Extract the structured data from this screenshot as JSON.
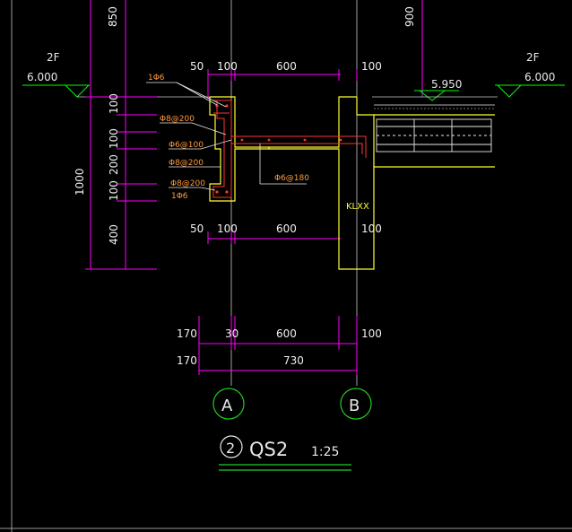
{
  "drawing": {
    "level_left": {
      "floor": "2F",
      "elevation": "6.000"
    },
    "level_right": {
      "floor": "2F",
      "elevation": "6.000"
    },
    "level_mid": {
      "elevation": "5.950"
    },
    "top_dims": {
      "left": "850",
      "right": "900"
    },
    "horiz_dims_top": [
      "50",
      "100",
      "600",
      "100"
    ],
    "horiz_dims_mid": [
      "50",
      "100",
      "600",
      "100"
    ],
    "horiz_dims_bottom_row1": [
      "170",
      "30",
      "600",
      "100"
    ],
    "horiz_dims_bottom_row2": [
      "170",
      "730"
    ],
    "vert_dims": [
      "100",
      "100",
      "200",
      "100",
      "400"
    ],
    "vert_total": "1000",
    "rebar_labels": {
      "top_bars": "1Φ6",
      "stirrup_1": "Φ8@200",
      "stirrup_2": "Φ6@100",
      "stirrup_3": "Φ8@200",
      "stirrup_4": "Φ8@200",
      "bottom_bars": "1Φ6",
      "slab_bars": "Φ6@180"
    },
    "beam_label": "KLXX",
    "axes": [
      "A",
      "B"
    ],
    "title": {
      "number": "2",
      "name": "QS2",
      "scale": "1:25"
    }
  },
  "colors": {
    "background": "#000000",
    "dimension": "#ff00ff",
    "outline": "#ffff33",
    "rebar": "#ff3333",
    "axis": "#22cc22",
    "grid": "#c8c8c8",
    "level": "#00ff00"
  }
}
